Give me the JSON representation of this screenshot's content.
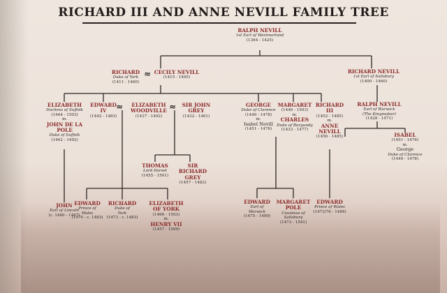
{
  "title": "RICHARD III AND ANNE NEVILL FAMILY TREE",
  "couple_symbol": "≈",
  "people": {
    "ralph": {
      "name": "RALPH NEVILL",
      "sub": "1st Earl of Westmorland",
      "dates": "(1364 - 1425)"
    },
    "richard_york": {
      "name": "RICHARD",
      "sub": "Duke of York",
      "dates": "(1411 - 1460)"
    },
    "cecily": {
      "name": "CECILY NEVILL",
      "dates": "(1415 - 1495)"
    },
    "richard_salisbury": {
      "name": "RICHARD NEVILL",
      "sub": "1st Earl of Salisbury",
      "dates": "(1400 - 1460)"
    },
    "ralph_warwick": {
      "name": "RALPH NEVILL",
      "sub": "Earl of Warwick",
      "sub2": "(The Kingmaker)",
      "dates": "(1428 - 1471)"
    },
    "elizabeth_suffolk": {
      "name": "ELIZABETH",
      "sub": "Duchess of Suffolk",
      "dates": "(1444 - 1503)",
      "m": "m.",
      "spouse": "JOHN DE LA POLE",
      "spouse_sub": "Duke of Suffolk",
      "spouse_dates": "(1442 - 1492)"
    },
    "edward_iv": {
      "name": "EDWARD",
      "name2": "IV",
      "dates": "(1442 - 1483)"
    },
    "elizabeth_woodville": {
      "name": "ELIZABETH",
      "name2": "WOODVILLE",
      "dates": "(1437 - 1492)"
    },
    "sir_john_grey": {
      "name": "SIR JOHN",
      "name2": "GREY",
      "dates": "(1432 - 1461)"
    },
    "george_clarence": {
      "name": "GEORGE",
      "sub": "Duke of Clarence",
      "dates": "(1449 - 1478)",
      "m": "m.",
      "spouse": "Isabel Nevill",
      "spouse_dates": "(1451 - 1476)"
    },
    "margaret_burgundy": {
      "name": "MARGARET",
      "dates": "(1446 - 1503)",
      "m": "m.",
      "spouse": "CHARLES",
      "spouse_sub": "Duke of Burgundy",
      "spouse_dates": "(1433 - 1477)"
    },
    "richard_iii": {
      "name": "RICHARD",
      "name2": "III",
      "dates": "(1452 - 1485)",
      "m": "m.",
      "spouse": "ANNE",
      "spouse2": "NEVILL",
      "spouse_dates": "(1456 - 1485)"
    },
    "isabel": {
      "name": "ISABEL",
      "dates": "(1451 - 1476)",
      "m": "m.",
      "spouse": "George",
      "spouse_sub": "Duke of Clarence",
      "spouse_dates": "(1449 - 1478)"
    },
    "thomas": {
      "name": "THOMAS",
      "sub": "Lord Dorset",
      "dates": "(1455 - 1501)"
    },
    "sir_richard_grey": {
      "name": "SIR RICHARD",
      "name2": "GREY",
      "dates": "(1457 - 1483)"
    },
    "john_lincoln": {
      "name": "JOHN",
      "sub": "Earl of Lincoln",
      "dates": "(c. 1460 - 1487)"
    },
    "edward_wales": {
      "name": "EDWARD",
      "sub": "Prince of",
      "sub2": "Wales",
      "dates": "(1470 - c. 1483)"
    },
    "richard_york2": {
      "name": "RICHARD",
      "sub": "Duke of",
      "sub2": "York",
      "dates": "(1473 - c. 1483)"
    },
    "elizabeth_york": {
      "name": "ELIZABETH",
      "name2": "OF YORK",
      "dates": "(1466 - 1503)",
      "m": "m.",
      "spouse": "HENRY VII",
      "spouse_dates": "(1457 - 1509)"
    },
    "edward_warwick": {
      "name": "EDWARD",
      "sub": "Earl of",
      "sub2": "Warwick",
      "dates": "(1475 - 1499)"
    },
    "margaret_pole": {
      "name": "MARGARET",
      "name2": "POLE",
      "sub": "Countess of",
      "sub2": "Salisbury",
      "dates": "(1473 - 1541)"
    },
    "edward_prince": {
      "name": "EDWARD",
      "sub": "Prince of Wales",
      "dates": "(1473/76 - 1484)"
    }
  }
}
